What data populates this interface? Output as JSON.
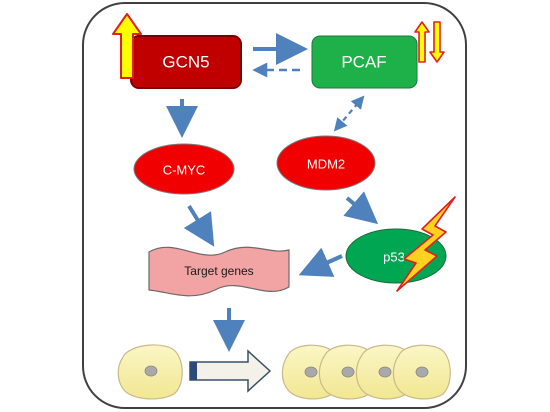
{
  "nodes": {
    "gcn5": "GCN5",
    "pcaf": "PCAF",
    "cmyc": "C-MYC",
    "mdm2": "MDM2",
    "p53": "p53",
    "target_genes": "Target genes"
  },
  "colors": {
    "gcn5_fill": "#c00000",
    "gcn5_border": "#7a0000",
    "pcaf_fill": "#1eb14a",
    "red_node": "#f00000",
    "p53_fill": "#00a651",
    "target_fill": "#f2a3a3",
    "arrow": "#4f81bd",
    "up_arrow_fill": "#ffff00",
    "up_arrow_stroke": "#e02020",
    "lightning_fill": "#ffd21f",
    "cell_fill": "#f7f0a6",
    "cell_stroke": "#c9b98a",
    "nucleus_fill": "#a9a9a9",
    "frame_stroke": "#404040"
  },
  "icons": {
    "gcn5_indicator": "up-arrow",
    "pcaf_indicator": "up-down-arrows",
    "p53_indicator": "lightning-bolt",
    "proliferation": "right-block-arrow"
  }
}
